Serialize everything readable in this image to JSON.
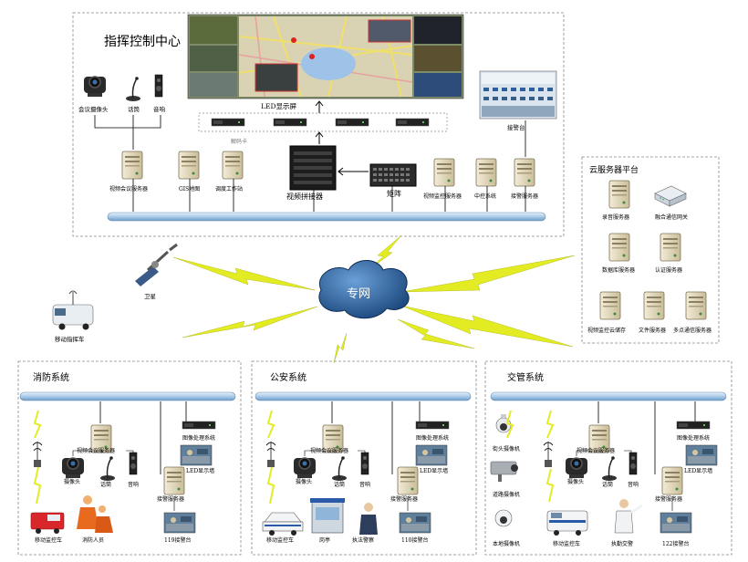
{
  "command_center": {
    "title": "指挥控制中心",
    "led_screen": "LED显示屏",
    "decoder": "解码卡",
    "video_splicer": "视频拼接器",
    "matrix": "矩阵",
    "conf_camera": "会议摄像头",
    "microphone": "话筒",
    "speaker": "音响",
    "conf_server": "视频会议服务器",
    "gis": "GIS地图",
    "dispatch_station": "调度工作站",
    "monitor_server": "视频监控服务器",
    "relay_system": "中控系统",
    "alarm_server": "接警服务器",
    "alarm_desk": "接警台"
  },
  "cloud": {
    "title": "云服务器平台",
    "recording_server": "录音服务器",
    "gateway": "融合通信网关",
    "database_server": "数据库服务器",
    "auth_server": "认证服务器",
    "cloud_storage": "视频监控云储存",
    "file_server": "文件服务器",
    "multipoint_server": "多点通信服务器"
  },
  "network": {
    "private_net": "专网",
    "satellite": "卫星",
    "mobile_command_vehicle": "移动指挥车"
  },
  "fire": {
    "title": "消防系统",
    "conf_server": "视频会议服务器",
    "image_system": "图像处理系统",
    "led_wall": "LED显示墙",
    "camera": "摄像头",
    "microphone": "话筒",
    "speaker": "音响",
    "alarm_server": "接警服务器",
    "vehicle": "移动监控车",
    "personnel": "消防人员",
    "desk": "119接警台"
  },
  "police": {
    "title": "公安系统",
    "conf_server": "视频会议服务器",
    "image_system": "图像处理系统",
    "led_wall": "LED显示墙",
    "camera": "摄像头",
    "microphone": "话筒",
    "speaker": "音响",
    "alarm_server": "接警服务器",
    "vehicle": "移动监控车",
    "kiosk": "岗亭",
    "officer": "执法警察",
    "desk": "110接警台"
  },
  "traffic": {
    "title": "交管系统",
    "street_camera": "街头摄像机",
    "road_camera": "道路摄像机",
    "local_camera": "本地摄像机",
    "conf_server": "视频会议服务器",
    "image_system": "图像处理系统",
    "led_wall": "LED显示墙",
    "camera": "摄像头",
    "microphone": "话筒",
    "speaker": "音响",
    "alarm_server": "接警服务器",
    "vehicle": "移动监控车",
    "officer": "执勤交警",
    "desk": "122接警台"
  },
  "colors": {
    "bus": "#b7d3ea",
    "lightning": "#e6ee22",
    "cloud": "#1a4f88",
    "dash": "#888888"
  }
}
